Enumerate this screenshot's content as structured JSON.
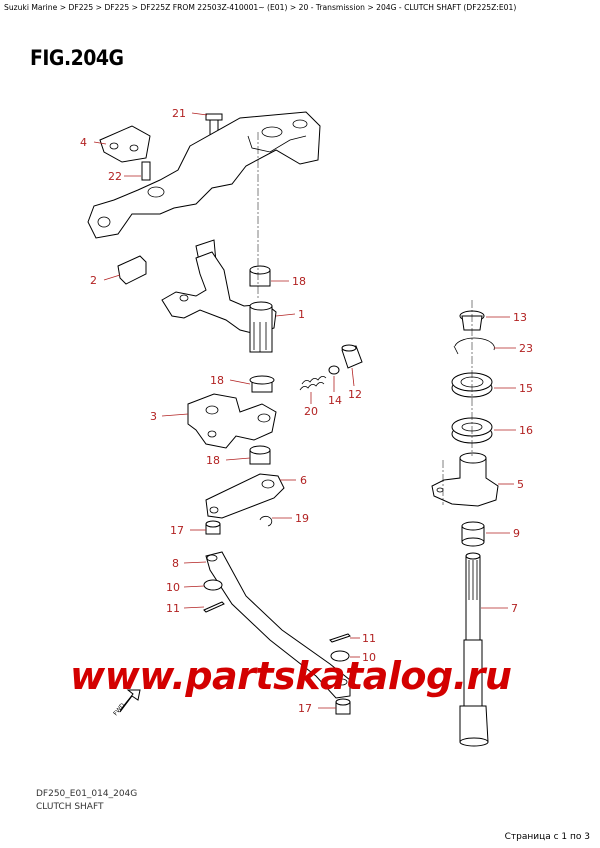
{
  "breadcrumb": {
    "items": [
      "Suzuki Marine",
      "DF225",
      "DF225",
      "DF225Z FROM 22503Z-410001~ (E01)",
      "20 - Transmission",
      "204G - CLUTCH SHAFT (DF225Z:E01)"
    ],
    "separator": ">"
  },
  "figure": {
    "title": "FIG.204G",
    "drawing_code": "DF250_E01_014_204G",
    "caption": "CLUTCH SHAFT"
  },
  "callouts": {
    "c21": "21",
    "c4": "4",
    "c22": "22",
    "c2": "2",
    "c18a": "18",
    "c1": "1",
    "c18b": "18",
    "c3": "3",
    "c20": "20",
    "c14": "14",
    "c12": "12",
    "c18c": "18",
    "c6": "6",
    "c17a": "17",
    "c19": "19",
    "c8": "8",
    "c10a": "10",
    "c11a": "11",
    "c11b": "11",
    "c10b": "10",
    "c17b": "17",
    "c13": "13",
    "c23": "23",
    "c15": "15",
    "c16": "16",
    "c5": "5",
    "c9": "9",
    "c7": "7"
  },
  "fwd_label": "FWD",
  "watermark": "www.partskatalog.ru",
  "page_indicator": "Страница с 1 по 3",
  "colors": {
    "callout": "#b22222",
    "watermark": "#d30000",
    "line": "#000000"
  }
}
